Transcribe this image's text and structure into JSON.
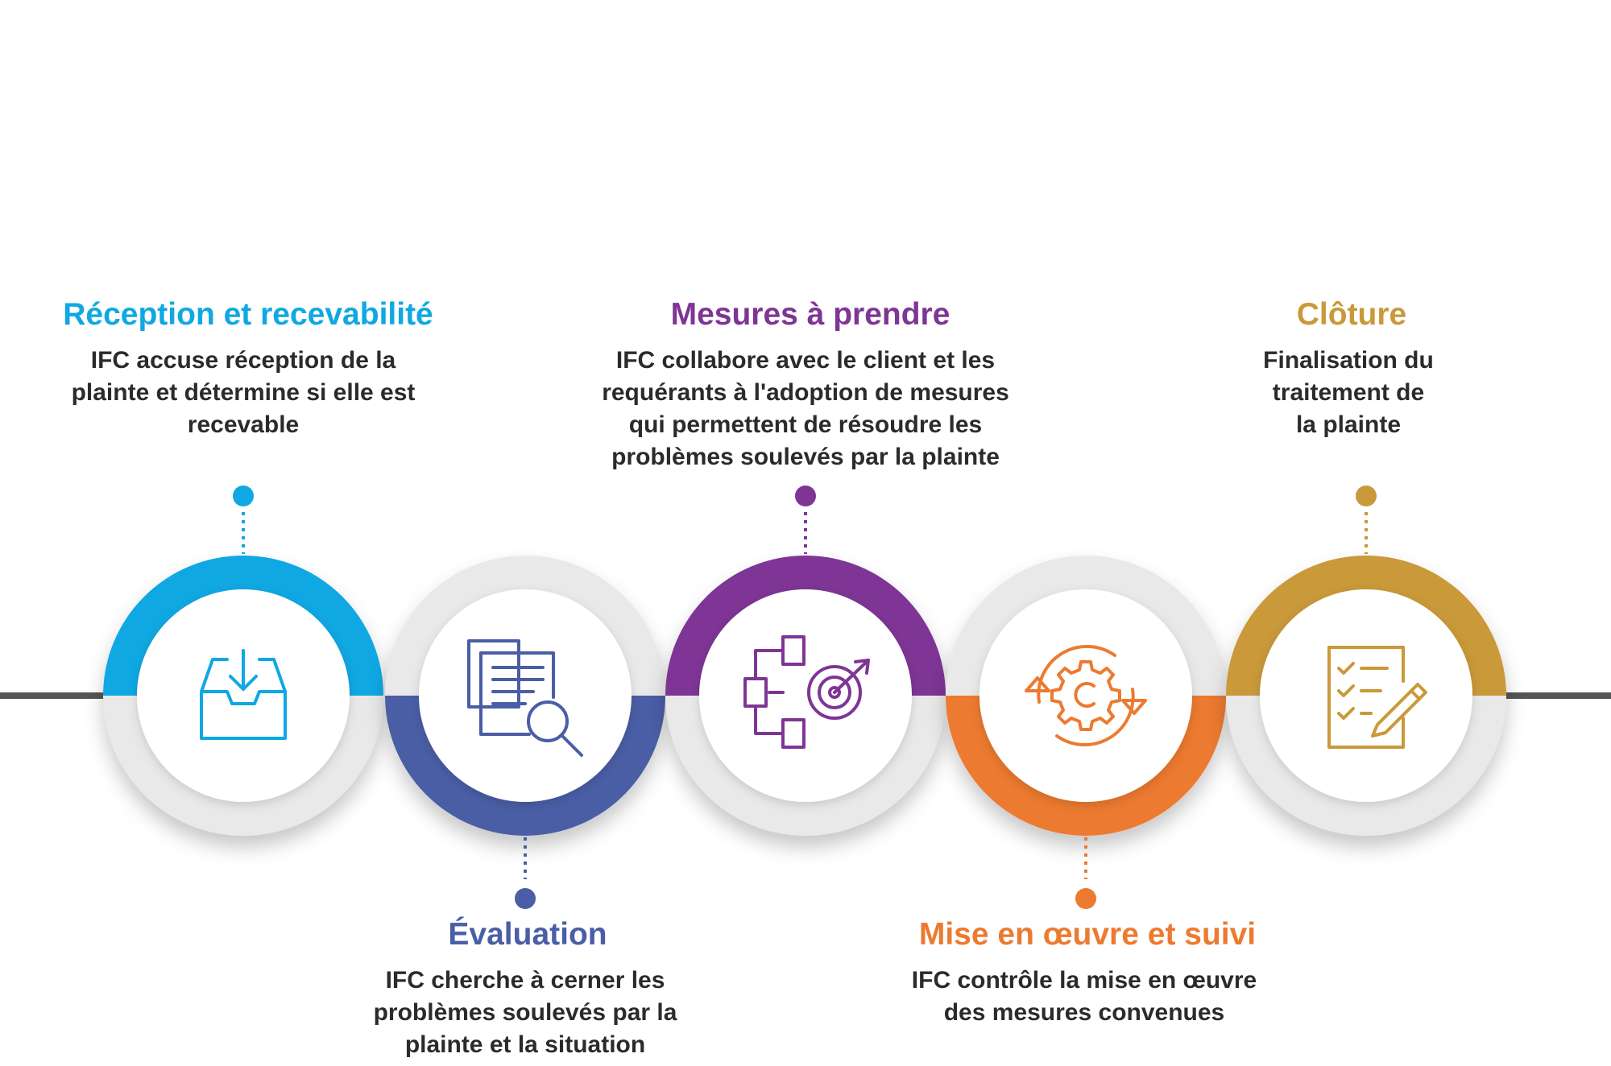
{
  "stages": [
    {
      "title": "Réception et recevabilité",
      "desc": [
        "IFC accuse réception de la",
        "plainte et détermine si elle est",
        "recevable"
      ],
      "color": "#0fa8e3",
      "icon": "inbox-download-icon",
      "label_position": "top"
    },
    {
      "title": "Évaluation",
      "desc": [
        "IFC cherche à cerner les",
        "problèmes soulevés par la",
        "plainte et la situation"
      ],
      "color": "#4a5ea6",
      "icon": "documents-magnifier-icon",
      "label_position": "bottom"
    },
    {
      "title": "Mesures à prendre",
      "desc": [
        "IFC collabore avec le client et les",
        "requérants à l'adoption de mesures",
        "qui permettent de résoudre les",
        "problèmes soulevés par la plainte"
      ],
      "color": "#7e3595",
      "icon": "documents-target-icon",
      "label_position": "top"
    },
    {
      "title": "Mise en œuvre et suivi",
      "desc": [
        "IFC contrôle la mise en œuvre",
        "des mesures convenues"
      ],
      "color": "#ec7a30",
      "icon": "gear-cycle-icon",
      "label_position": "bottom"
    },
    {
      "title": "Clôture",
      "desc": [
        "Finalisation du",
        "traitement de",
        "la plainte"
      ],
      "color": "#c9993a",
      "icon": "checklist-pencil-icon",
      "label_position": "top"
    }
  ],
  "timeline_color": "#555555",
  "text_color": "#2b2b2b"
}
